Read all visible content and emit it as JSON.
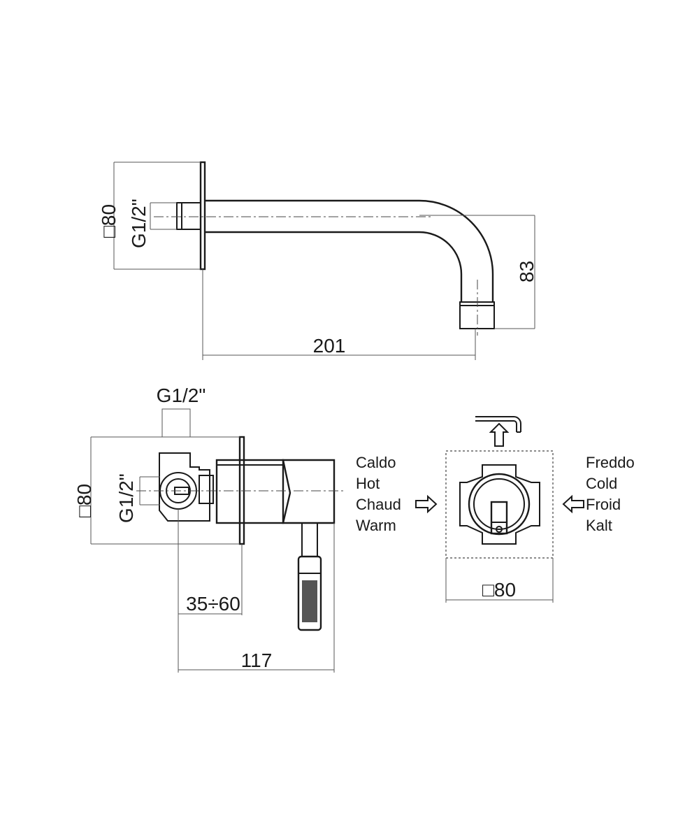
{
  "spout": {
    "plate_size": "□80",
    "thread": "G1/2\"",
    "height": "83",
    "length": "201"
  },
  "mixer": {
    "thread_top": "G1/2\"",
    "thread_side": "G1/2\"",
    "plate_size": "□80",
    "depth_range": "35÷60",
    "length": "117"
  },
  "hot_labels": [
    "Caldo",
    "Hot",
    "Chaud",
    "Warm"
  ],
  "cold_labels": [
    "Freddo",
    "Cold",
    "Froid",
    "Kalt"
  ],
  "box": {
    "size": "□80"
  }
}
